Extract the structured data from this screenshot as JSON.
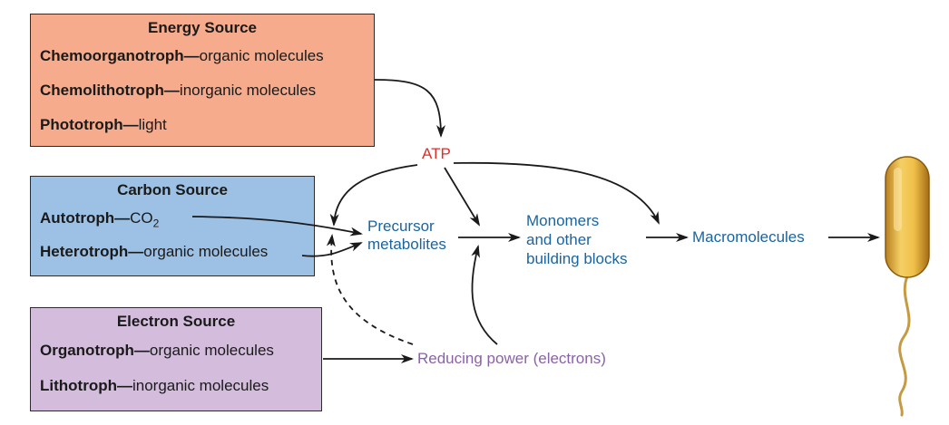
{
  "energy_source": {
    "title": "Energy Source",
    "items": [
      {
        "bold": "Chemoorganotroph—",
        "text": "organic molecules"
      },
      {
        "bold": "Chemolithotroph—",
        "text": "inorganic molecules"
      },
      {
        "bold": "Phototroph—",
        "text": "light"
      }
    ]
  },
  "carbon_source": {
    "title": "Carbon Source",
    "items": [
      {
        "bold": "Autotroph—",
        "text": "CO",
        "sub": "2"
      },
      {
        "bold": "Heterotroph—",
        "text": "organic molecules"
      }
    ]
  },
  "electron_source": {
    "title": "Electron Source",
    "items": [
      {
        "bold": "Organotroph—",
        "text": "organic molecules"
      },
      {
        "bold": "Lithotroph—",
        "text": "inorganic molecules"
      }
    ]
  },
  "flow": {
    "atp": "ATP",
    "precursor": [
      "Precursor",
      "metabolites"
    ],
    "monomers": [
      "Monomers",
      "and other",
      "building blocks"
    ],
    "macromolecules": "Macromolecules",
    "reducing_power": "Reducing power (electrons)"
  },
  "colors": {
    "energy_box": "#f6ab8c",
    "carbon_box": "#9dc1e5",
    "electron_box": "#d4bcdd",
    "flow_text": "#1a64a0",
    "atp_text": "#d8302b",
    "reducing_text": "#8a63a6"
  },
  "icons": [
    "bacterium-icon"
  ]
}
